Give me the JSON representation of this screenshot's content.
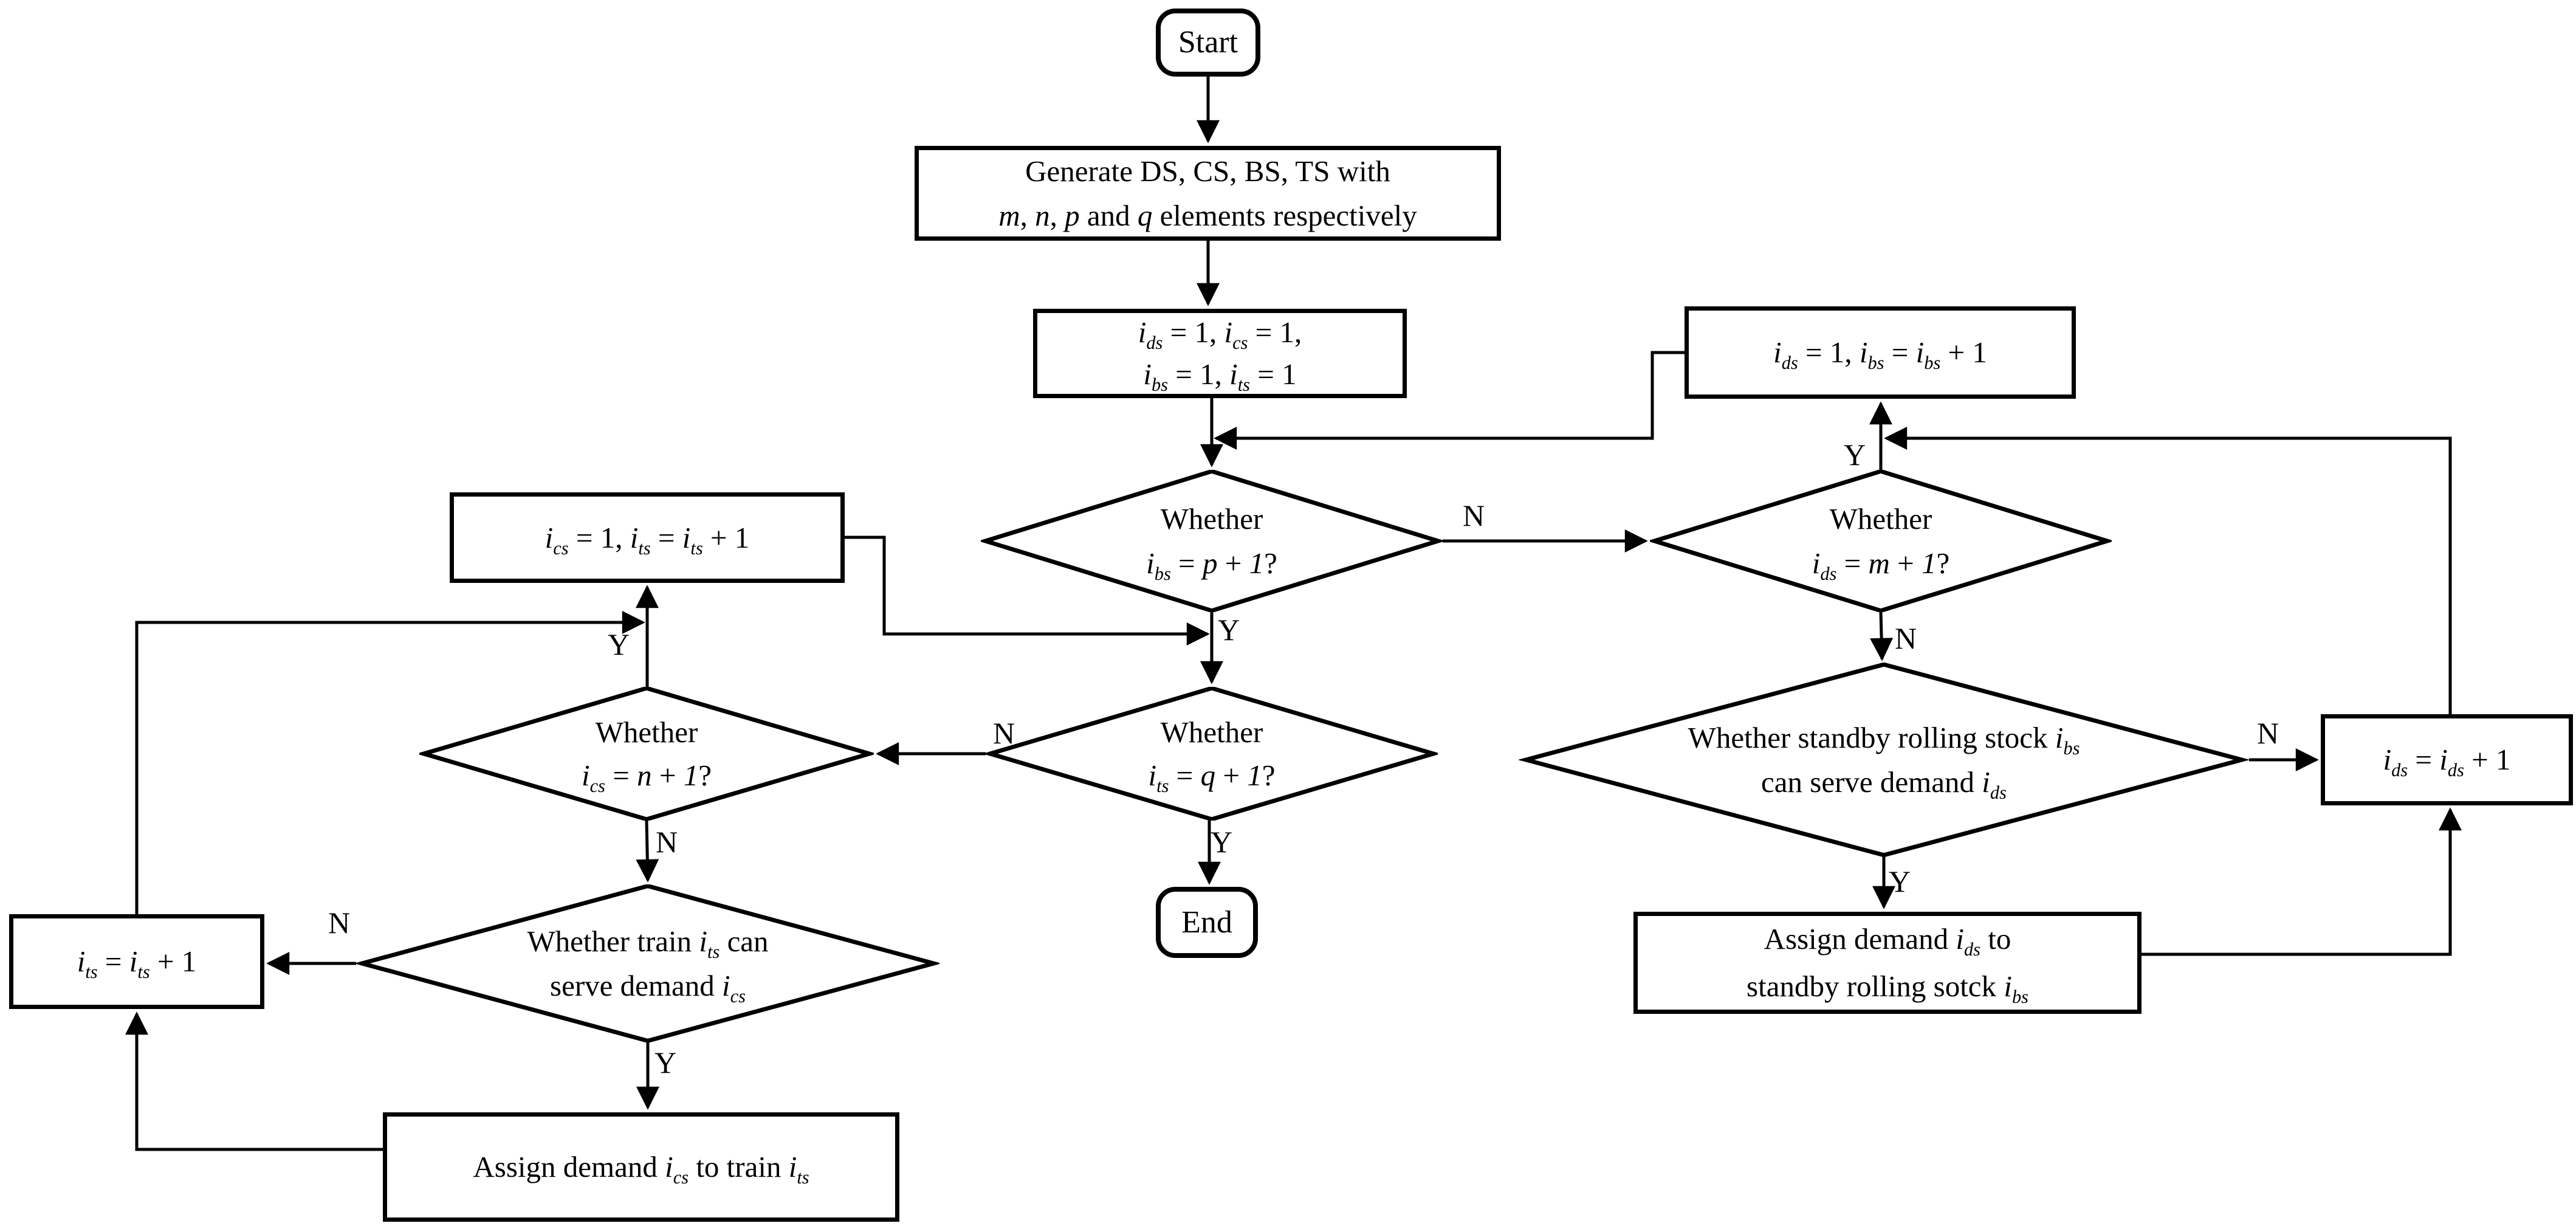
{
  "figure": {
    "background": "#ffffff",
    "stroke_color": "#000000"
  },
  "nodes": {
    "start": {
      "type": "terminal",
      "label": "Start"
    },
    "end": {
      "type": "terminal",
      "label": "End"
    },
    "generate": {
      "type": "process",
      "lines": [
        "Generate DS,  CS, BS, TS with",
        "*m*, *n*, *p* and *q* elements respectively"
      ]
    },
    "init_counters": {
      "type": "process",
      "lines": [
        "*i*~ds~ = 1, *i*~cs~ = 1,",
        "*i*~bs~ = 1, *i*~ts~ = 1"
      ]
    },
    "reset_ds_inc_bs": {
      "type": "process",
      "lines": [
        "*i*~ds~ = 1, *i*~bs~ = *i*~bs~ + 1"
      ]
    },
    "check_bs": {
      "type": "decision",
      "lines": [
        "Whether",
        "*i*~bs~ = *p* + *1*?"
      ]
    },
    "check_ds": {
      "type": "decision",
      "lines": [
        "Whether",
        "*i*~ds~ = *m* + *1*?"
      ]
    },
    "reset_cs_inc_ts": {
      "type": "process",
      "lines": [
        "*i*~cs~ = 1, *i*~ts~ = *i*~ts~ + 1"
      ]
    },
    "check_cs": {
      "type": "decision",
      "lines": [
        "Whether",
        "*i*~cs~ = *n* + *1*?"
      ]
    },
    "check_ts": {
      "type": "decision",
      "lines": [
        "Whether",
        "*i*~ts~ = *q* + *1*?"
      ]
    },
    "train_serve": {
      "type": "decision",
      "lines": [
        "Whether train *i*~ts~ can",
        "serve demand *i*~cs~"
      ]
    },
    "inc_ts": {
      "type": "process",
      "lines": [
        "*i*~ts~ = *i*~ts~ + 1"
      ]
    },
    "assign_train": {
      "type": "process",
      "lines": [
        "Assign demand *i*~cs~ to train *i*~ts~"
      ]
    },
    "standby_serve": {
      "type": "decision",
      "lines": [
        "Whether standby rolling stock *i*~bs~",
        "can serve demand *i*~ds~"
      ]
    },
    "inc_ds": {
      "type": "process",
      "lines": [
        "*i*~ds~ = *i*~ds~ + 1"
      ]
    },
    "assign_standby": {
      "type": "process",
      "lines": [
        "Assign demand *i*~ds~ to",
        "standby rolling sotck *i*~bs~"
      ]
    }
  },
  "branch_labels": {
    "check_bs_no": "N",
    "check_bs_yes": "Y",
    "check_ds_yes": "Y",
    "check_ds_no": "N",
    "check_ts_no": "N",
    "check_ts_yes": "Y",
    "check_cs_yes": "Y",
    "check_cs_no": "N",
    "train_serve_no": "N",
    "train_serve_yes": "Y",
    "standby_serve_no": "N",
    "standby_serve_yes": "Y"
  }
}
